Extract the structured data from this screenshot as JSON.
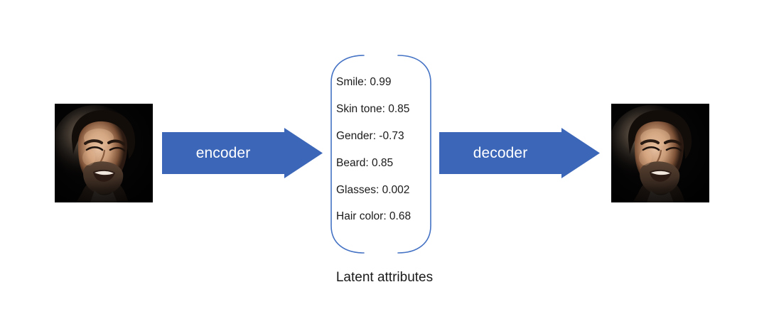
{
  "diagram": {
    "title": "Autoencoder latent attribute diagram",
    "background_color": "#ffffff",
    "arrow_color": "#3c66b8",
    "bracket_color": "#4472c4",
    "text_color": "#1a1a1a",
    "arrow_label_color": "#ffffff"
  },
  "input": {
    "name": "input-face-photo",
    "alt": "Photograph of a smiling bearded man on a dark background"
  },
  "output": {
    "name": "output-face-photo",
    "alt": "Reconstructed photograph of a smiling bearded man on a dark background"
  },
  "encoder": {
    "label": "encoder"
  },
  "decoder": {
    "label": "decoder"
  },
  "latent": {
    "caption": "Latent attributes",
    "attributes": [
      {
        "name": "Smile",
        "value": "0.99",
        "text": "Smile: 0.99"
      },
      {
        "name": "Skin tone",
        "value": "0.85",
        "text": "Skin tone: 0.85"
      },
      {
        "name": "Gender",
        "value": "-0.73",
        "text": "Gender: -0.73"
      },
      {
        "name": "Beard",
        "value": "0.85",
        "text": "Beard: 0.85"
      },
      {
        "name": "Glasses",
        "value": "0.002",
        "text": "Glasses: 0.002"
      },
      {
        "name": "Hair color",
        "value": "0.68",
        "text": "Hair color: 0.68"
      }
    ]
  }
}
